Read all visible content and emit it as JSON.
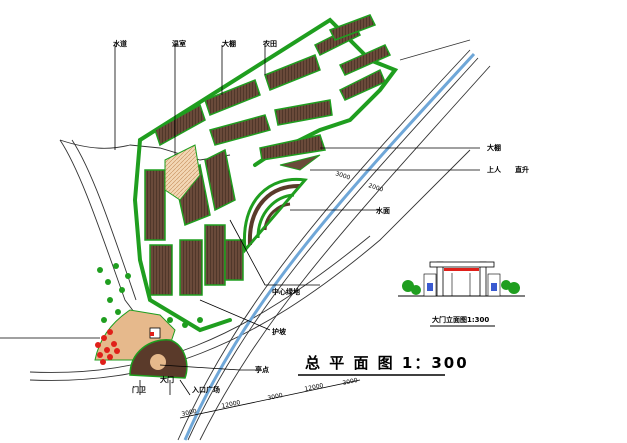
{
  "plan": {
    "title": "总 平 面 图 1：300",
    "labels": {
      "upper": [
        "水道",
        "温室",
        "大棚",
        "农田"
      ],
      "right": [
        "大棚",
        "上人",
        "直升",
        "水面"
      ],
      "center": [
        "中心绿地",
        "护坡"
      ],
      "bottom": [
        "门卫",
        "大门",
        "入口广场",
        "亭点"
      ]
    },
    "elevation_title": "大门立面图1:300",
    "dimensions": {
      "top": [
        "3000",
        "2000"
      ],
      "bottom": [
        "3000",
        "12000",
        "3000",
        "12000",
        "3000"
      ]
    }
  },
  "colors": {
    "green": "#1f9e1f",
    "field": "#5a3a2a",
    "beige": "#e6b98c",
    "red": "#e0201a",
    "water": "#6fa7d8"
  }
}
